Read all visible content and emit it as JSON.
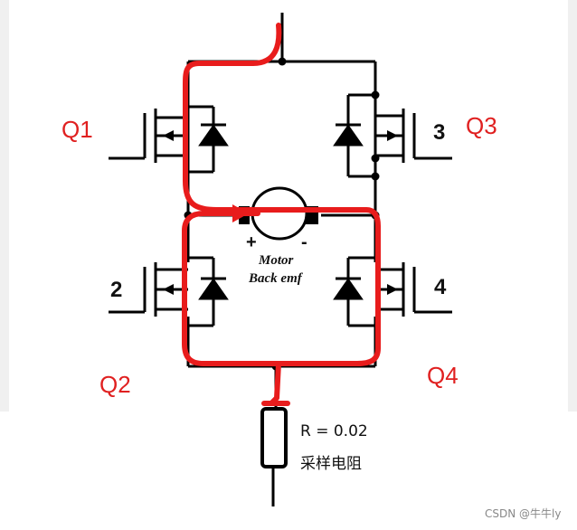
{
  "labels": {
    "q1": "Q1",
    "q2": "Q2",
    "q3": "Q3",
    "q4": "Q4",
    "num2": "2",
    "num3": "3",
    "num4": "4"
  },
  "motor": {
    "plus": "+",
    "minus": "-",
    "line1": "Motor",
    "line2": "Back emf"
  },
  "resistor": {
    "value": "R = 0.02",
    "name": "采样电阻"
  },
  "watermark": "CSDN @牛牛ly",
  "colors": {
    "current_path": "#e81c1c",
    "wire": "#000000",
    "label": "#e02020"
  }
}
